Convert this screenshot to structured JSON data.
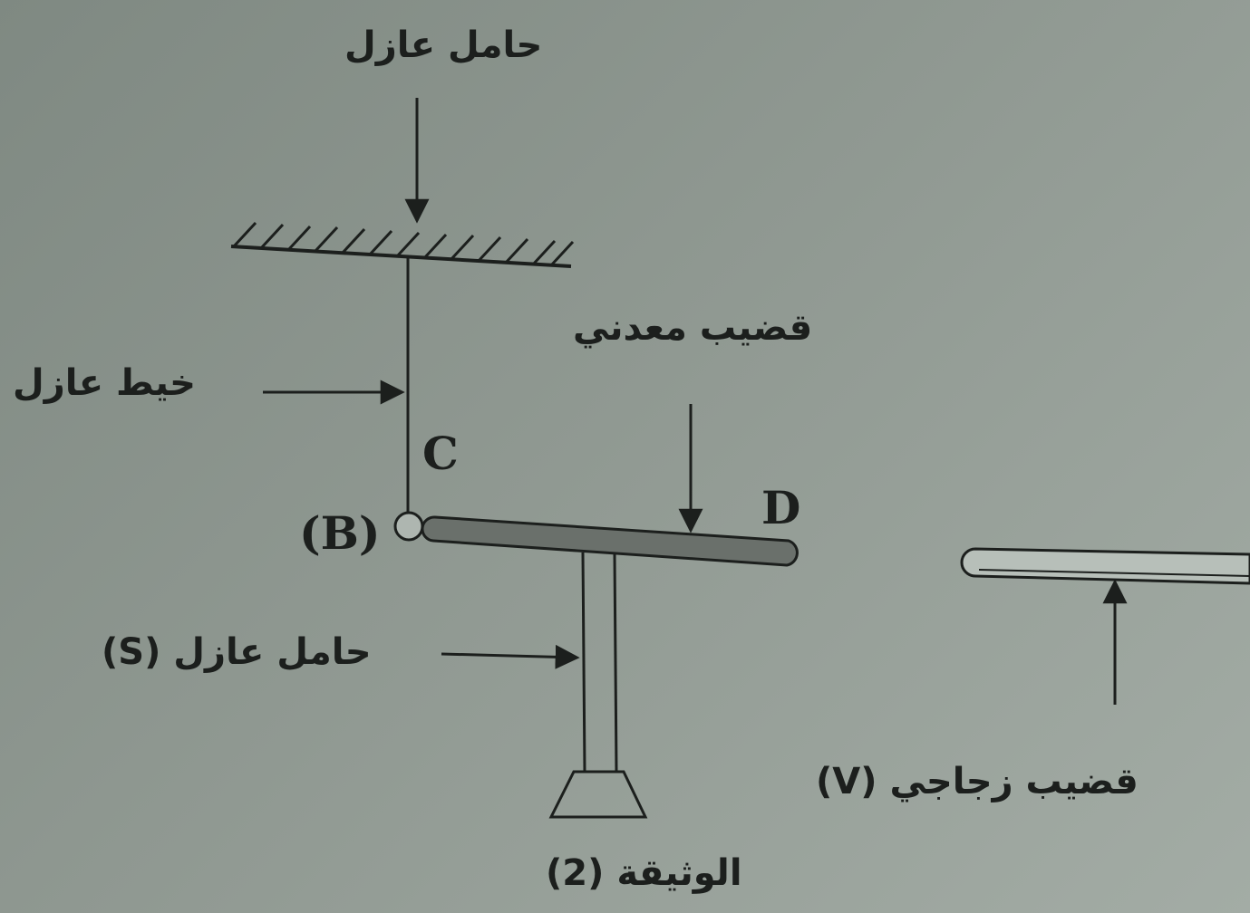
{
  "labels": {
    "top_support": "حامل عازل",
    "thread": "خيط عازل",
    "metal_rod": "قضيب معدني",
    "stand": "حامل عازل (S)",
    "glass_rod": "قضيب زجاجي (V)",
    "document": "الوثيقة (2)",
    "point_c": "C",
    "point_d": "D",
    "point_b": "(B)"
  },
  "colors": {
    "background": "#8f9891",
    "ink": "#1c1f1d",
    "metal_rod_fill": "#6a706b",
    "glass_rod_fill": "#b7bfb9"
  }
}
